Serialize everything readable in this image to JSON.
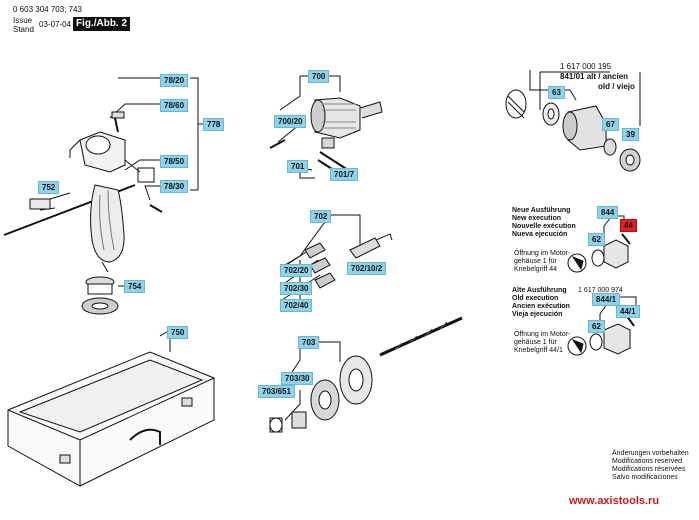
{
  "header": {
    "part_number": "0 603 304 703; 743",
    "issue_label": "Issue",
    "stand_label": "Stand",
    "date": "03-07-04",
    "figure": "Fig./Abb. 2"
  },
  "callouts": {
    "c78_20": "78/20",
    "c78_60": "78/60",
    "c778": "778",
    "c78_50": "78/50",
    "c78_30": "78/30",
    "c752": "752",
    "c754": "754",
    "c750": "750",
    "c700": "700",
    "c700_20": "700/20",
    "c701": "701",
    "c701_7": "701/7",
    "c702": "702",
    "c702_20": "702/20",
    "c702_10_2": "702/10/2",
    "c702_30": "702/30",
    "c702_40": "702/40",
    "c703": "703",
    "c703_30": "703/30",
    "c703_651": "703/651",
    "c63": "63",
    "c67": "67",
    "c39": "39",
    "c844": "844",
    "c44": "44",
    "c62a": "62",
    "c844_1": "844/1",
    "c44_1": "44/1",
    "c62b": "62"
  },
  "chuck_note": {
    "number": "1 617 000 195",
    "line1": "841/01 alt / ancien",
    "line2": "old / viejo"
  },
  "new_exec": {
    "l1": "Neue Ausführung",
    "l2": "New execution",
    "l3": "Nouvelle exécution",
    "l4": "Nueva ejecución",
    "o1": "Öffnung im Motor-",
    "o2": "gehäuse 1 für",
    "o3": "Knebelgriff 44"
  },
  "old_exec": {
    "l1": "Alte Ausführung",
    "l2": "Old execution",
    "l3": "Ancien exécution",
    "l4": "Vieja ejecución",
    "number": "1 617 000 974",
    "o1": "Öffnung im Motor-",
    "o2": "gehäuse 1 für",
    "o3": "Knebelgriff 44/1"
  },
  "footer": {
    "m1": "Änderungen vorbehalten",
    "m2": "Modifications reserved",
    "m3": "Modifications réservées",
    "m4": "Salvo modificaciones",
    "url": "www.axistools.ru"
  },
  "colors": {
    "callout_fill": "#8fd3ea",
    "highlight": "#e02020",
    "url": "#d01818"
  }
}
